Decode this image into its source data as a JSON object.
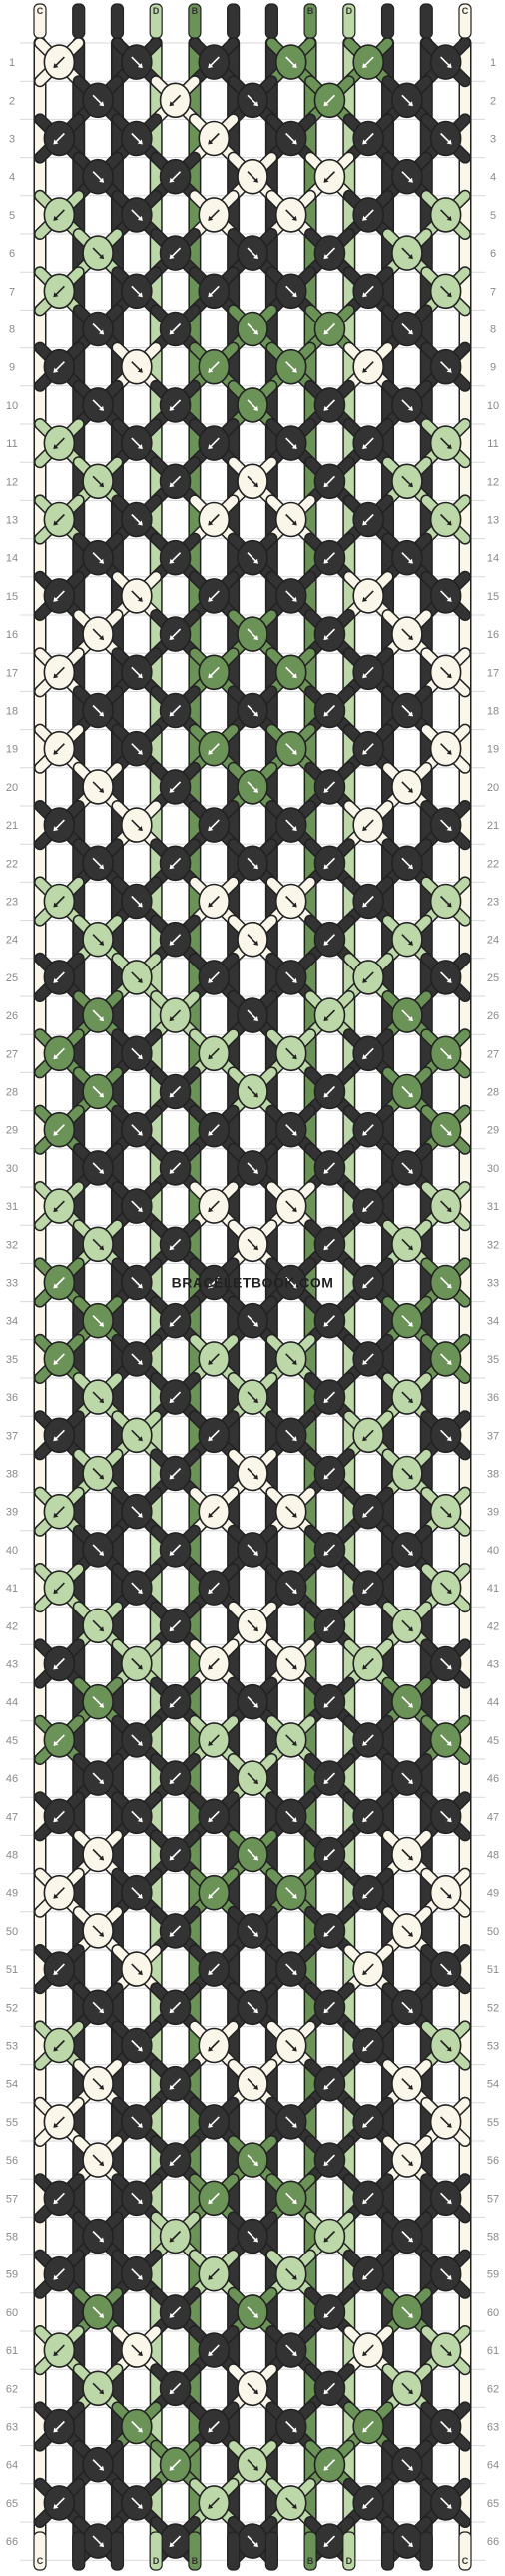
{
  "pattern": {
    "watermark": "BRACELETBOOK.COM",
    "rows": 66,
    "strands_top": [
      "C",
      "A",
      "A",
      "D",
      "B",
      "A",
      "A",
      "B",
      "D",
      "A",
      "A",
      "C"
    ],
    "strands_bottom": [
      "C",
      "A",
      "A",
      "D",
      "B",
      "A",
      "A",
      "B",
      "D",
      "A",
      "A",
      "C"
    ],
    "colors": {
      "A": "#333333",
      "B": "#6b9357",
      "C": "#fbf6ea",
      "D": "#bcd7a8"
    },
    "grid_line_color": "#d9d9d9",
    "outline_color": "#222222",
    "knot_rows": [
      {
        "n": 1,
        "knots": [
          "C",
          "A",
          "A",
          "B",
          "B",
          "A"
        ]
      },
      {
        "n": 2,
        "knots": [
          "A",
          "C",
          "A",
          "B",
          "A"
        ]
      },
      {
        "n": 3,
        "knots": [
          "A",
          "A",
          "C",
          "A",
          "A",
          "A"
        ]
      },
      {
        "n": 4,
        "knots": [
          "A",
          "A",
          "C",
          "C",
          "A"
        ]
      },
      {
        "n": 5,
        "knots": [
          "D",
          "A",
          "C",
          "C",
          "A",
          "D"
        ]
      },
      {
        "n": 6,
        "knots": [
          "D",
          "A",
          "A",
          "A",
          "D"
        ]
      },
      {
        "n": 7,
        "knots": [
          "D",
          "A",
          "A",
          "A",
          "A",
          "D"
        ]
      },
      {
        "n": 8,
        "knots": [
          "A",
          "A",
          "B",
          "B",
          "A"
        ]
      },
      {
        "n": 9,
        "knots": [
          "A",
          "C",
          "B",
          "B",
          "C",
          "A"
        ]
      },
      {
        "n": 10,
        "knots": [
          "A",
          "A",
          "B",
          "A",
          "A"
        ]
      },
      {
        "n": 11,
        "knots": [
          "D",
          "A",
          "A",
          "A",
          "A",
          "D"
        ]
      },
      {
        "n": 12,
        "knots": [
          "D",
          "A",
          "C",
          "A",
          "D"
        ]
      },
      {
        "n": 13,
        "knots": [
          "D",
          "A",
          "C",
          "C",
          "A",
          "D"
        ]
      },
      {
        "n": 14,
        "knots": [
          "A",
          "A",
          "A",
          "A",
          "A"
        ]
      },
      {
        "n": 15,
        "knots": [
          "A",
          "C",
          "A",
          "A",
          "C",
          "A"
        ]
      },
      {
        "n": 16,
        "knots": [
          "C",
          "A",
          "B",
          "A",
          "C"
        ]
      },
      {
        "n": 17,
        "knots": [
          "C",
          "A",
          "B",
          "B",
          "A",
          "C"
        ]
      },
      {
        "n": 18,
        "knots": [
          "A",
          "A",
          "A",
          "A",
          "A"
        ]
      },
      {
        "n": 19,
        "knots": [
          "C",
          "A",
          "B",
          "B",
          "A",
          "C"
        ]
      },
      {
        "n": 20,
        "knots": [
          "C",
          "A",
          "B",
          "A",
          "C"
        ]
      },
      {
        "n": 21,
        "knots": [
          "A",
          "C",
          "A",
          "A",
          "C",
          "A"
        ]
      },
      {
        "n": 22,
        "knots": [
          "A",
          "A",
          "A",
          "A",
          "A"
        ]
      },
      {
        "n": 23,
        "knots": [
          "D",
          "A",
          "C",
          "C",
          "A",
          "D"
        ]
      },
      {
        "n": 24,
        "knots": [
          "D",
          "A",
          "C",
          "A",
          "D"
        ]
      },
      {
        "n": 25,
        "knots": [
          "A",
          "D",
          "A",
          "A",
          "D",
          "A"
        ]
      },
      {
        "n": 26,
        "knots": [
          "B",
          "D",
          "A",
          "D",
          "B"
        ]
      },
      {
        "n": 27,
        "knots": [
          "B",
          "A",
          "D",
          "D",
          "A",
          "B"
        ]
      },
      {
        "n": 28,
        "knots": [
          "B",
          "A",
          "D",
          "A",
          "B"
        ]
      },
      {
        "n": 29,
        "knots": [
          "B",
          "A",
          "A",
          "A",
          "A",
          "B"
        ]
      },
      {
        "n": 30,
        "knots": [
          "A",
          "A",
          "A",
          "A",
          "A"
        ]
      },
      {
        "n": 31,
        "knots": [
          "D",
          "A",
          "C",
          "C",
          "A",
          "D"
        ]
      },
      {
        "n": 32,
        "knots": [
          "D",
          "A",
          "C",
          "A",
          "D"
        ]
      },
      {
        "n": 33,
        "knots": [
          "B",
          "A",
          "A",
          "A",
          "A",
          "B"
        ]
      },
      {
        "n": 34,
        "knots": [
          "B",
          "A",
          "A",
          "A",
          "B"
        ]
      },
      {
        "n": 35,
        "knots": [
          "B",
          "A",
          "D",
          "D",
          "A",
          "B"
        ]
      },
      {
        "n": 36,
        "knots": [
          "D",
          "A",
          "D",
          "A",
          "D"
        ]
      },
      {
        "n": 37,
        "knots": [
          "A",
          "D",
          "A",
          "A",
          "D",
          "A"
        ]
      },
      {
        "n": 38,
        "knots": [
          "D",
          "A",
          "C",
          "A",
          "D"
        ]
      },
      {
        "n": 39,
        "knots": [
          "D",
          "A",
          "C",
          "C",
          "A",
          "D"
        ]
      },
      {
        "n": 40,
        "knots": [
          "A",
          "A",
          "A",
          "A",
          "A"
        ]
      },
      {
        "n": 41,
        "knots": [
          "D",
          "A",
          "A",
          "A",
          "A",
          "D"
        ]
      },
      {
        "n": 42,
        "knots": [
          "D",
          "A",
          "C",
          "A",
          "D"
        ]
      },
      {
        "n": 43,
        "knots": [
          "A",
          "D",
          "C",
          "C",
          "D",
          "A"
        ]
      },
      {
        "n": 44,
        "knots": [
          "B",
          "A",
          "A",
          "A",
          "B"
        ]
      },
      {
        "n": 45,
        "knots": [
          "B",
          "A",
          "D",
          "D",
          "A",
          "B"
        ]
      },
      {
        "n": 46,
        "knots": [
          "A",
          "A",
          "D",
          "A",
          "A"
        ]
      },
      {
        "n": 47,
        "knots": [
          "A",
          "A",
          "A",
          "A",
          "A",
          "A"
        ]
      },
      {
        "n": 48,
        "knots": [
          "C",
          "A",
          "B",
          "A",
          "C"
        ]
      },
      {
        "n": 49,
        "knots": [
          "C",
          "A",
          "B",
          "B",
          "A",
          "C"
        ]
      },
      {
        "n": 50,
        "knots": [
          "C",
          "A",
          "A",
          "A",
          "C"
        ]
      },
      {
        "n": 51,
        "knots": [
          "A",
          "C",
          "A",
          "A",
          "C",
          "A"
        ]
      },
      {
        "n": 52,
        "knots": [
          "A",
          "A",
          "A",
          "A",
          "A"
        ]
      },
      {
        "n": 53,
        "knots": [
          "D",
          "A",
          "C",
          "C",
          "A",
          "D"
        ]
      },
      {
        "n": 54,
        "knots": [
          "C",
          "A",
          "C",
          "A",
          "C"
        ]
      },
      {
        "n": 55,
        "knots": [
          "C",
          "A",
          "A",
          "A",
          "A",
          "C"
        ]
      },
      {
        "n": 56,
        "knots": [
          "C",
          "A",
          "B",
          "A",
          "C"
        ]
      },
      {
        "n": 57,
        "knots": [
          "A",
          "A",
          "B",
          "B",
          "A",
          "A"
        ]
      },
      {
        "n": 58,
        "knots": [
          "A",
          "D",
          "A",
          "D",
          "A"
        ]
      },
      {
        "n": 59,
        "knots": [
          "A",
          "A",
          "D",
          "D",
          "A",
          "A"
        ]
      },
      {
        "n": 60,
        "knots": [
          "B",
          "A",
          "B",
          "A",
          "B"
        ]
      },
      {
        "n": 61,
        "knots": [
          "D",
          "C",
          "A",
          "A",
          "C",
          "D"
        ]
      },
      {
        "n": 62,
        "knots": [
          "D",
          "A",
          "C",
          "A",
          "D"
        ]
      },
      {
        "n": 63,
        "knots": [
          "A",
          "B",
          "A",
          "A",
          "B",
          "A"
        ]
      },
      {
        "n": 64,
        "knots": [
          "A",
          "B",
          "D",
          "B",
          "A"
        ]
      },
      {
        "n": 65,
        "knots": [
          "A",
          "A",
          "D",
          "D",
          "A",
          "A"
        ]
      },
      {
        "n": 66,
        "knots": [
          "A",
          "A",
          "A",
          "A",
          "A"
        ]
      }
    ]
  }
}
